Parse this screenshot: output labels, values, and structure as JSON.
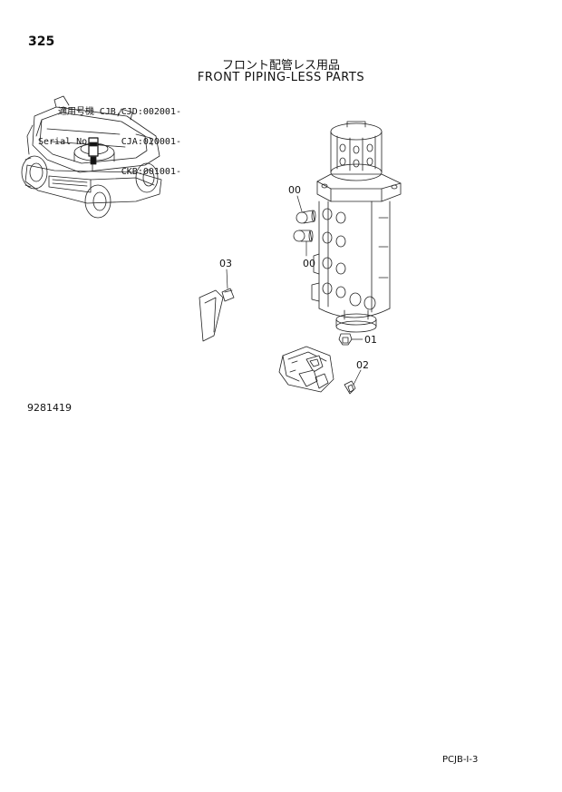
{
  "page": {
    "number": "325",
    "title_jp": "フロント配管レス用品",
    "title_en": "FRONT PIPING-LESS PARTS",
    "drawing_number": "9281419",
    "page_ref": "PCJB-I-3"
  },
  "serial": {
    "label_jp": "適用号機",
    "label_en": "Serial No.",
    "lines": [
      "CJB,CJD:002001-",
      "CJA:020001-",
      "CKB:001001-"
    ]
  },
  "callouts": [
    {
      "id": "callout-00-upper",
      "text": "00"
    },
    {
      "id": "callout-00-lower",
      "text": "00"
    },
    {
      "id": "callout-03",
      "text": "03"
    },
    {
      "id": "callout-01",
      "text": "01"
    },
    {
      "id": "callout-02",
      "text": "02"
    }
  ]
}
